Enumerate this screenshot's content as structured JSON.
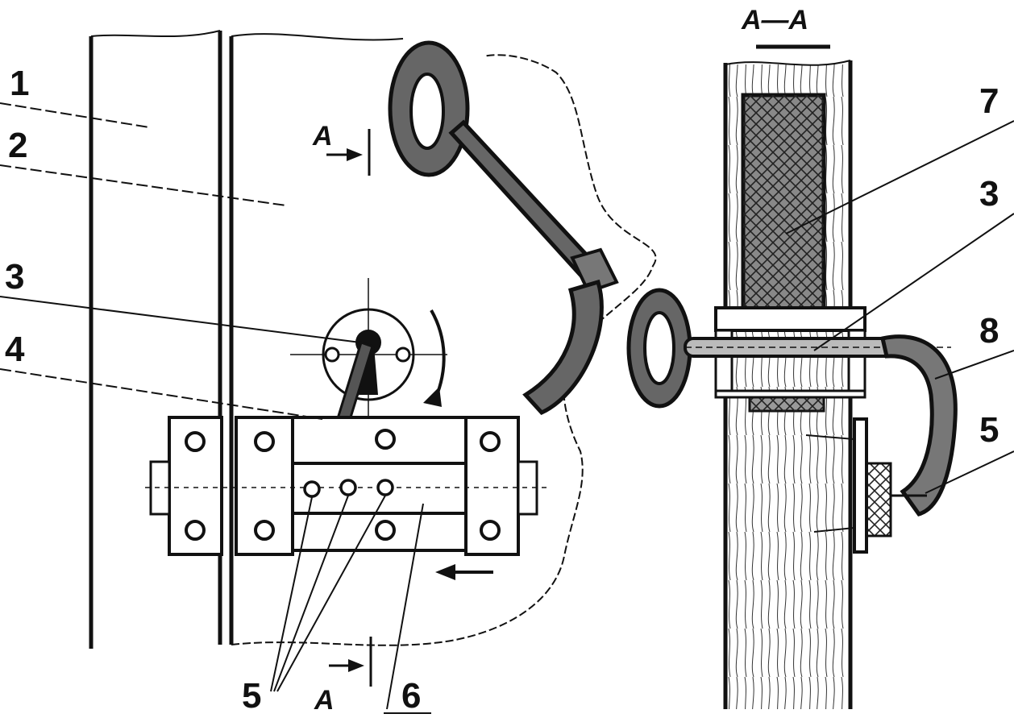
{
  "section_title": "A—A",
  "section_marks": {
    "top": "A",
    "bottom": "A"
  },
  "callouts": {
    "door_frame": "1",
    "door_leaf": "2",
    "key_shaft_front": "3",
    "lever": "4",
    "screws_front": "5",
    "bolt": "6",
    "insert": "7",
    "key_shaft_section": "3",
    "handle": "8",
    "screw_section": "5"
  }
}
